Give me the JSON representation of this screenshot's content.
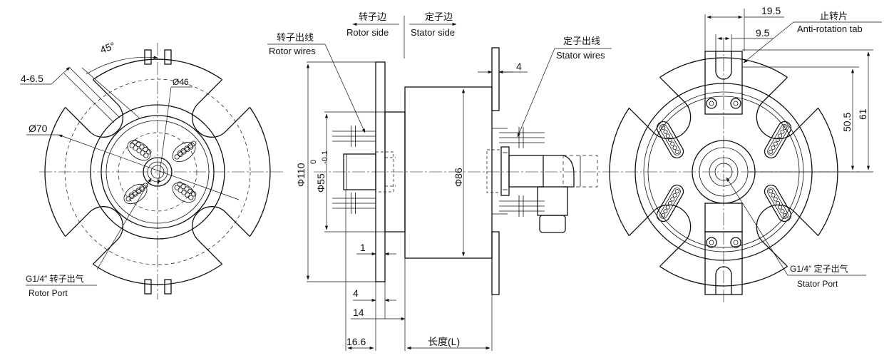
{
  "left_view": {
    "angle": "45°",
    "slots": "4-6.5",
    "inner_dia": "Ø46",
    "outer_dia": "Ø70",
    "port_cn": "G1/4″ 转子出气",
    "port_en": "Rotor Port"
  },
  "side_view": {
    "rotor_side_cn": "转子边",
    "rotor_side_en": "Rotor side",
    "stator_side_cn": "定子边",
    "stator_side_en": "Stator  side",
    "rotor_wires_cn": "转子出线",
    "rotor_wires_en": "Rotor wires",
    "stator_wires_cn": "定子出线",
    "stator_wires_en": "Stator wires",
    "dim_flange_thk": "4",
    "dim_flange_dia": "Φ110",
    "dim_spigot_dia": "Φ55",
    "tol_upper": "0",
    "tol_lower": "-0.1",
    "dim_body_dia": "Φ86",
    "dim_1": "1",
    "dim_4": "4",
    "dim_14": "14",
    "dim_16_6": "16.6",
    "dim_length": "长度(L)"
  },
  "right_view": {
    "dim_19_5": "19.5",
    "dim_9_5": "9.5",
    "tab_cn": "止转片",
    "tab_en": "Anti-rotation tab",
    "dim_50_5": "50.5",
    "dim_61": "61",
    "port_cn": "G1/4″ 定子出气",
    "port_en": "Stator Port"
  }
}
